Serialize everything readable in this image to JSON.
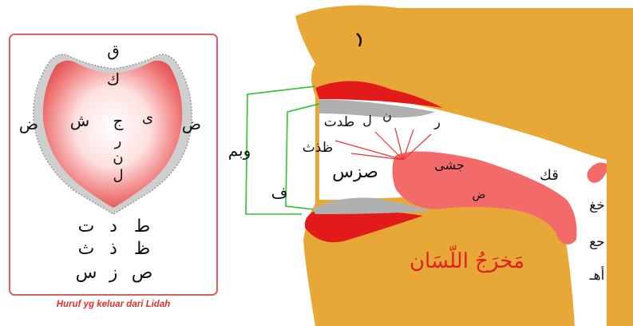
{
  "left_panel": {
    "caption": "Huruf yg keluar dari Lidah",
    "tongue_letters": {
      "tip_top": "ق",
      "below_top": "ك",
      "left_outer": "ض",
      "right_outer": "ض",
      "middle_left": "ش",
      "middle_center": "ج",
      "middle_right": "ى",
      "ra": "ر",
      "nun": "ن",
      "lam": "ل"
    },
    "rows": [
      {
        "a": "ط",
        "b": "د",
        "c": "ت"
      },
      {
        "a": "ظ",
        "b": "ذ",
        "c": "ث"
      },
      {
        "a": "ص",
        "b": "ز",
        "c": "س"
      }
    ]
  },
  "right_panel": {
    "title_arabic": "مَخرَجُ اللّسَان",
    "labels": {
      "lips": "وبم",
      "fa": "ف",
      "upper_teeth_group": "طدت",
      "lam_label": "ل",
      "nun_label": "ن",
      "ra_label": "ر",
      "dha_group": "ظذث",
      "sad_group": "صزس",
      "jim_group": "جشى",
      "qaf_kaf": "قك",
      "dhad": "ض",
      "throat_1": "خغ",
      "throat_2": "حع",
      "throat_3": "أهـ"
    }
  },
  "colors": {
    "skin": "#e8a838",
    "skin_dark": "#d9962a",
    "tongue": "#f26a6a",
    "lip_red": "#e21a1a",
    "teeth": "#a8a8a8",
    "line_green": "#2ec02e",
    "caption_red": "#e03030",
    "frame_red": "#e06060"
  }
}
